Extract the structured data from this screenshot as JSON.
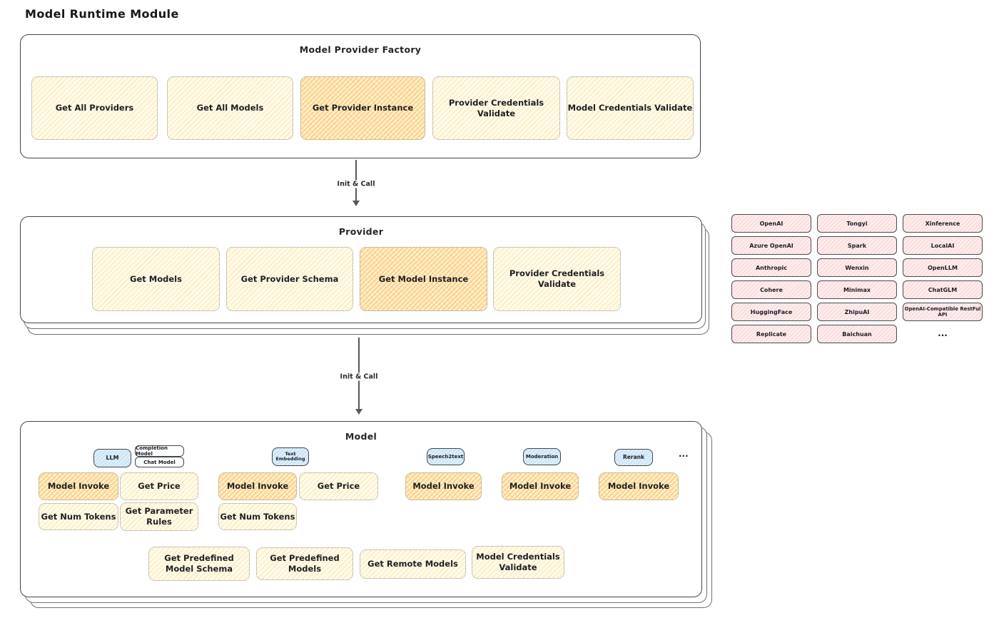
{
  "title": "Model Runtime Module",
  "factory": {
    "title": "Model Provider Factory",
    "boxes": [
      "Get All Providers",
      "Get All Models",
      "Get Provider Instance",
      "Provider Credentials Validate",
      "Model Credentials Validate"
    ]
  },
  "arrows": {
    "init_call_1": "Init & Call",
    "init_call_2": "Init & Call"
  },
  "provider": {
    "title": "Provider",
    "boxes": [
      "Get Models",
      "Get Provider Schema",
      "Get Model Instance",
      "Provider Credentials Validate"
    ]
  },
  "providers_grid": {
    "items": [
      "OpenAI",
      "Tongyi",
      "Xinference",
      "Azure OpenAI",
      "Spark",
      "LocalAI",
      "Anthropic",
      "Wenxin",
      "OpenLLM",
      "Cohere",
      "Minimax",
      "ChatGLM",
      "HuggingFace",
      "ZhipuAI",
      "OpenAI-Compatible RestFul API",
      "Replicate",
      "Baichuan"
    ],
    "ellipsis": "..."
  },
  "model": {
    "title": "Model",
    "tabs": {
      "llm": "LLM",
      "completion": "Completion Model",
      "chat": "Chat Model",
      "text_embedding": "Text Embedding",
      "speech2text": "Speech2text",
      "moderation": "Moderation",
      "rerank": "Rerank",
      "more": "..."
    },
    "boxes": {
      "model_invoke": "Model Invoke",
      "get_price": "Get Price",
      "get_num_tokens": "Get Num Tokens",
      "get_parameter_rules": "Get Parameter Rules",
      "get_predefined_model_schema": "Get Predefined Model Schema",
      "get_predefined_models": "Get Predefined Models",
      "get_remote_models": "Get Remote Models",
      "model_credentials_validate": "Model Credentials Validate"
    }
  },
  "colors": {
    "node_yellow": "#fffbea",
    "node_orange_highlight": "#ffeec9",
    "provider_chip_pink": "#fdecec",
    "tab_blue": "#dceefb",
    "border_dark": "#43464b"
  }
}
